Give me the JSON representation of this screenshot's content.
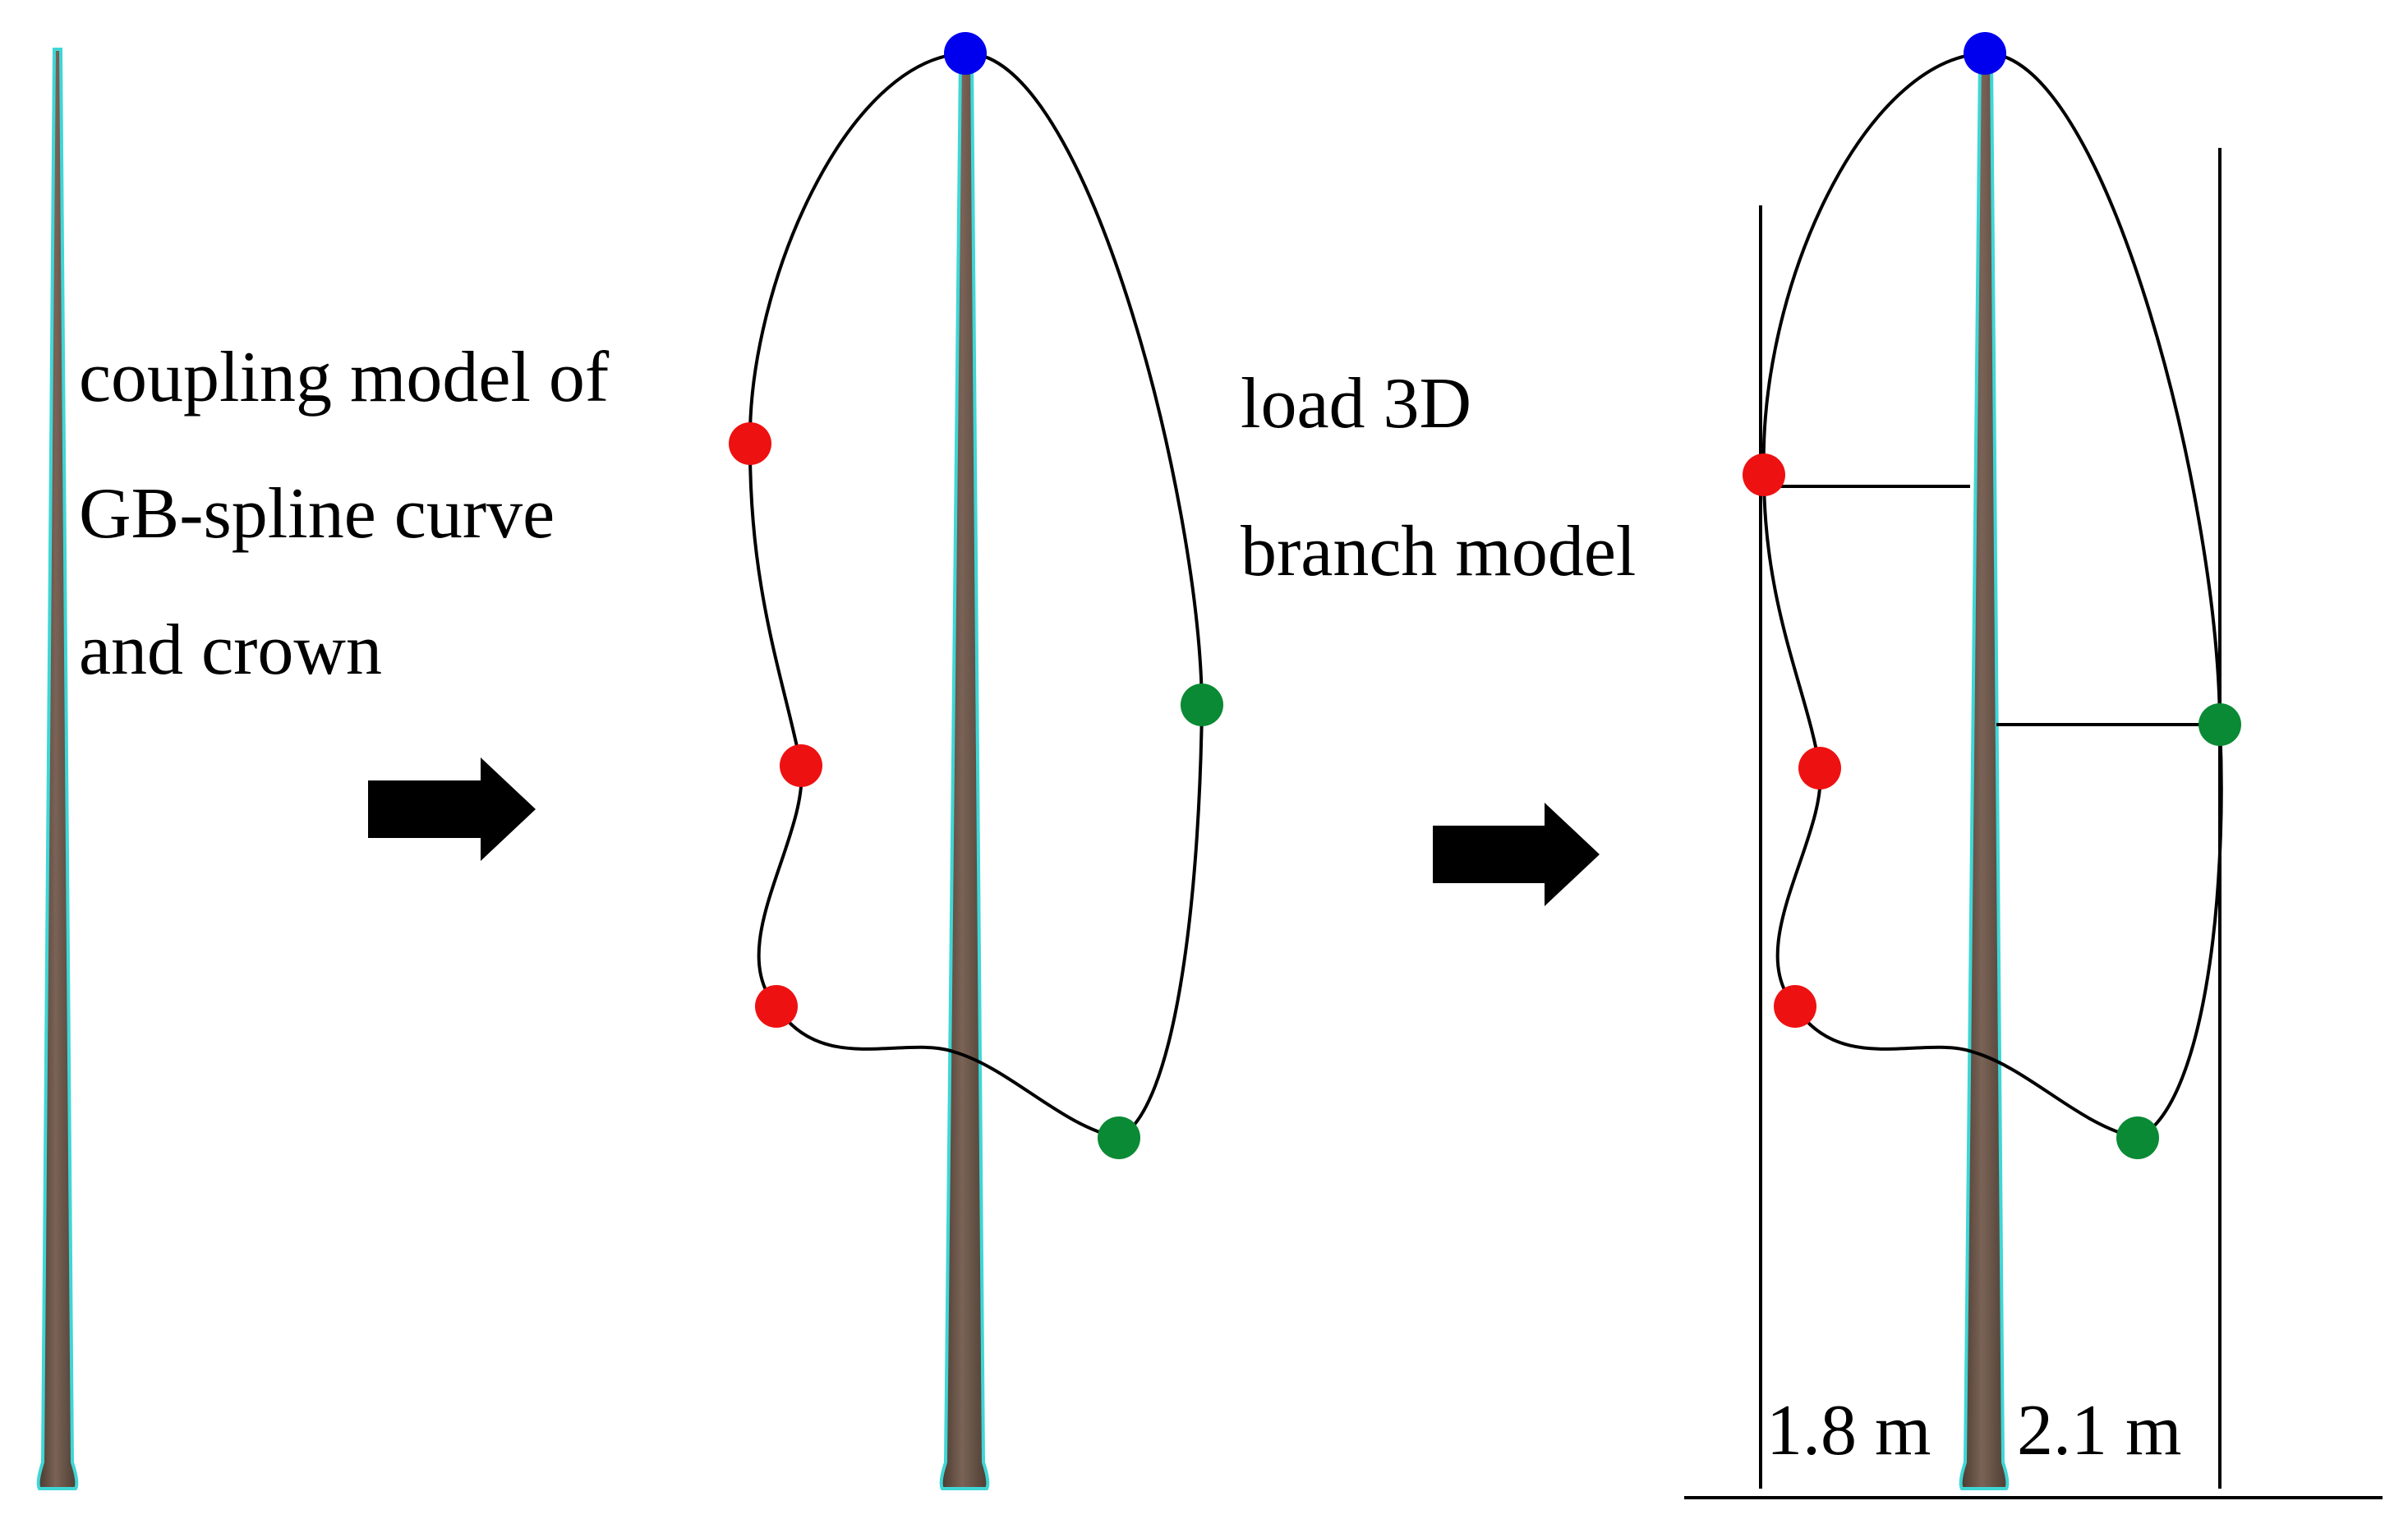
{
  "stage1": {
    "caption_lines": [
      "coupling model of",
      "GB-spline curve",
      "and crown"
    ]
  },
  "stage2": {
    "caption_lines": [
      "load 3D",
      "branch model"
    ]
  },
  "stage3": {
    "left_width_label": "1.8 m",
    "right_width_label": "2.1 m"
  },
  "colors": {
    "apex_point": "#0000ee",
    "left_control_point": "#ee1111",
    "right_control_point": "#0a8a34",
    "trunk": "#6b5448",
    "trunk_outline": "#3fd6d6",
    "curve": "#000000",
    "arrow": "#000000"
  }
}
